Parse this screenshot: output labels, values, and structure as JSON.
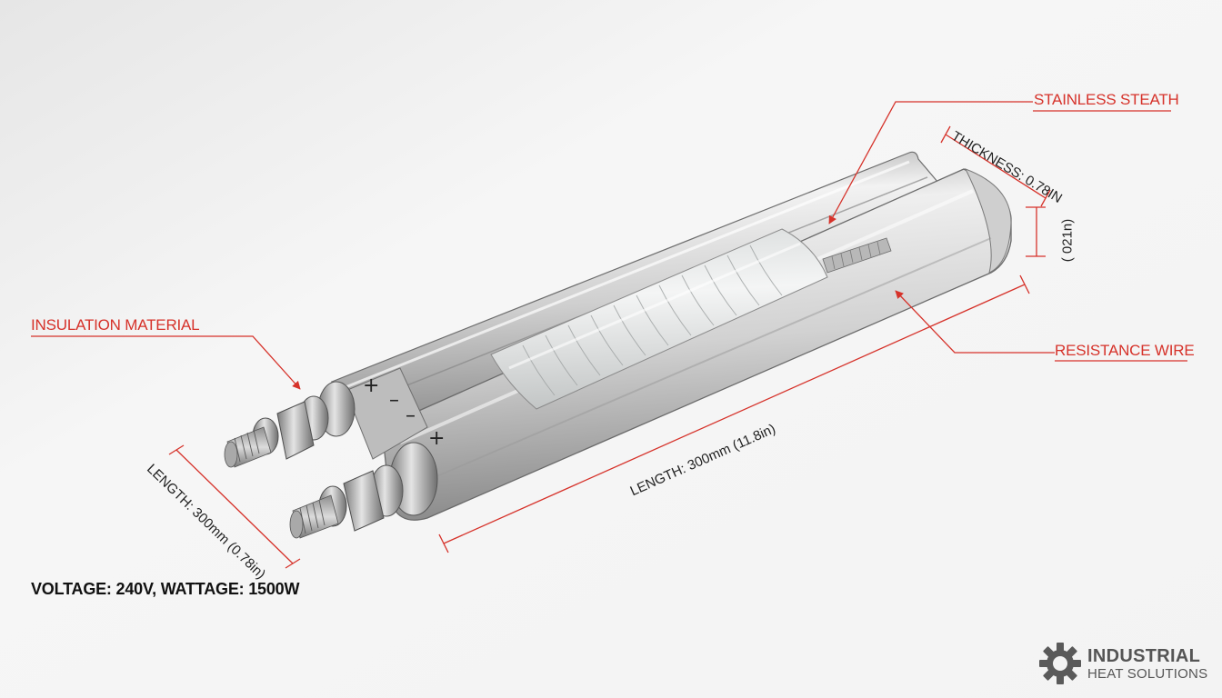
{
  "labels": {
    "stainless_sheath": "STAINLESS STEATH",
    "thickness": "THICKNESS: 0.78IN",
    "side_dim": "( 021n)",
    "insulation": "INSULATION MATERIAL",
    "resistance_wire": "RESISTANCE WIRE",
    "length_main": "LENGTH: 300mm (11.8in)",
    "length_side": "LENGTH: 300mm (0.78in)"
  },
  "terminal_marks": {
    "plus_top": "+",
    "minus_top": "–",
    "minus_mid": "–",
    "plus_bottom": "+"
  },
  "spec": "VOLTAGE: 240V, WATTAGE: 1500W",
  "brand": {
    "line1": "INDUSTRIAL",
    "line2": "HEAT SOLUTIONS",
    "logo_icon": "gear-icon"
  },
  "colors": {
    "annotation": "#d6322a",
    "metal": "#c9c9c9",
    "text": "#222222"
  }
}
